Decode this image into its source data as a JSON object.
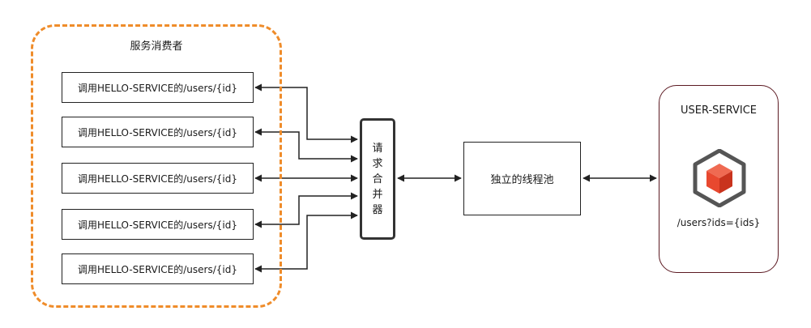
{
  "consumer": {
    "title": "服务消费者",
    "calls": [
      "调用HELLO-SERVICE的/users/{id}",
      "调用HELLO-SERVICE的/users/{id}",
      "调用HELLO-SERVICE的/users/{id}",
      "调用HELLO-SERVICE的/users/{id}",
      "调用HELLO-SERVICE的/users/{id}"
    ]
  },
  "merger": {
    "chars": [
      "请",
      "求",
      "合",
      "并",
      "器"
    ]
  },
  "pool": {
    "label": "独立的线程池"
  },
  "service": {
    "title": "USER-SERVICE",
    "endpoint": "/users?ids={ids}",
    "icon": "cube-icon"
  },
  "colors": {
    "consumer_border": "#ef8c2a",
    "service_border": "#5c1a22",
    "cube_front": "#e8482f",
    "cube_shell": "#555555"
  }
}
